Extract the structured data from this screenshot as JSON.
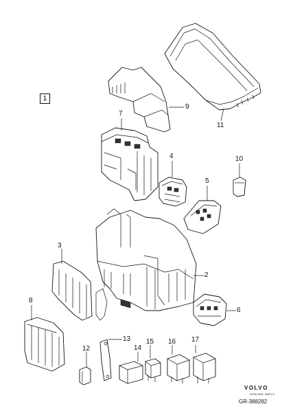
{
  "diagram": {
    "group_label": "1",
    "callouts": [
      {
        "id": "2",
        "text": "2"
      },
      {
        "id": "3",
        "text": "3"
      },
      {
        "id": "4",
        "text": "4"
      },
      {
        "id": "5",
        "text": "5"
      },
      {
        "id": "6",
        "text": "6"
      },
      {
        "id": "7",
        "text": "7"
      },
      {
        "id": "8",
        "text": "8"
      },
      {
        "id": "9",
        "text": "9"
      },
      {
        "id": "10",
        "text": "10"
      },
      {
        "id": "11",
        "text": "11"
      },
      {
        "id": "12",
        "text": "12"
      },
      {
        "id": "13",
        "text": "13"
      },
      {
        "id": "14",
        "text": "14"
      },
      {
        "id": "15",
        "text": "15"
      },
      {
        "id": "16",
        "text": "16"
      },
      {
        "id": "17",
        "text": "17"
      }
    ]
  },
  "brand": {
    "logo_text": "VOLVO",
    "tagline": "GENUINE PARTS",
    "reference": "GR-388282"
  }
}
